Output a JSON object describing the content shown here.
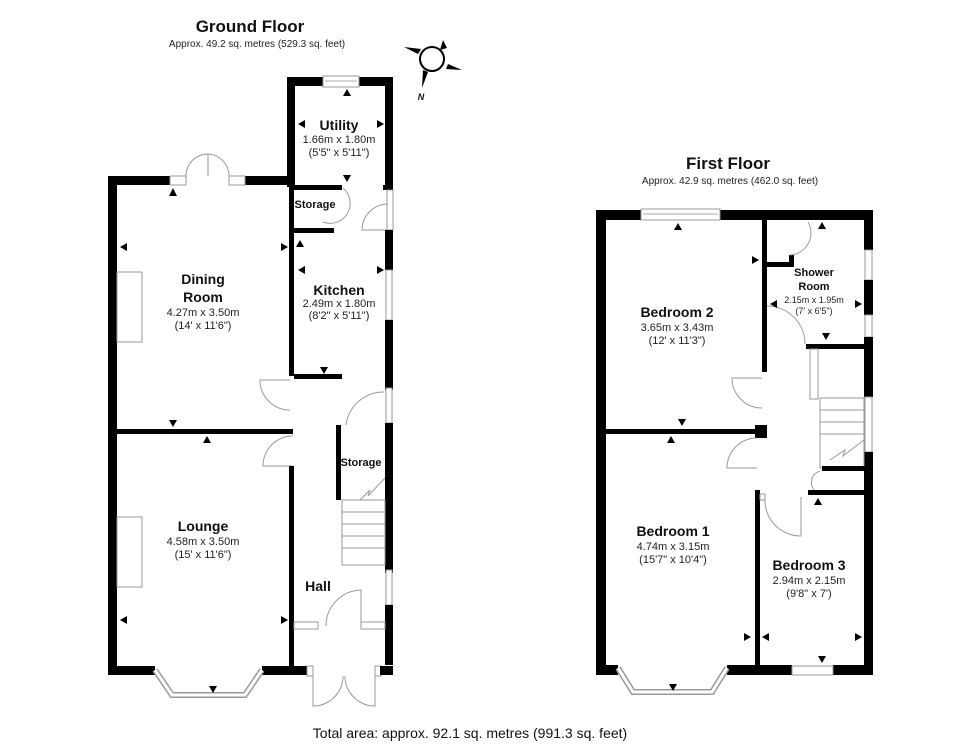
{
  "ground_floor": {
    "title": "Ground Floor",
    "area": "Approx. 49.2 sq. metres (529.3 sq. feet)",
    "rooms": [
      {
        "name": "Utility",
        "metric": "1.66m x 1.80m",
        "imperial": "(5'5\" x 5'11\")"
      },
      {
        "name": "Storage",
        "metric": "",
        "imperial": ""
      },
      {
        "name": "Kitchen",
        "metric": "2.49m x 1.80m",
        "imperial": "(8'2\" x 5'11\")"
      },
      {
        "name": "Dining",
        "name2": "Room",
        "metric": "4.27m x 3.50m",
        "imperial": "(14' x 11'6\")"
      },
      {
        "name": "Storage",
        "metric": "",
        "imperial": ""
      },
      {
        "name": "Lounge",
        "metric": "4.58m x 3.50m",
        "imperial": "(15' x 11'6\")"
      },
      {
        "name": "Hall",
        "metric": "",
        "imperial": ""
      }
    ]
  },
  "first_floor": {
    "title": "First Floor",
    "area": "Approx. 42.9 sq. metres (462.0 sq. feet)",
    "rooms": [
      {
        "name": "Bedroom 2",
        "metric": "3.65m x 3.43m",
        "imperial": "(12' x 11'3\")"
      },
      {
        "name": "Shower",
        "name2": "Room",
        "metric": "2.15m x 1.95m",
        "imperial": "(7' x 6'5\")"
      },
      {
        "name": "Bedroom 1",
        "metric": "4.74m x 3.15m",
        "imperial": "(15'7\" x 10'4\")"
      },
      {
        "name": "Bedroom 3",
        "metric": "2.94m x 2.15m",
        "imperial": "(9'8\" x 7')"
      }
    ]
  },
  "compass": {
    "icon": "compass-icon",
    "label": "N"
  },
  "total_area": "Total area: approx. 92.1 sq. metres (991.3 sq. feet)",
  "colors": {
    "wall": "#000000",
    "window": "#bbbbbb",
    "background": "#ffffff"
  }
}
